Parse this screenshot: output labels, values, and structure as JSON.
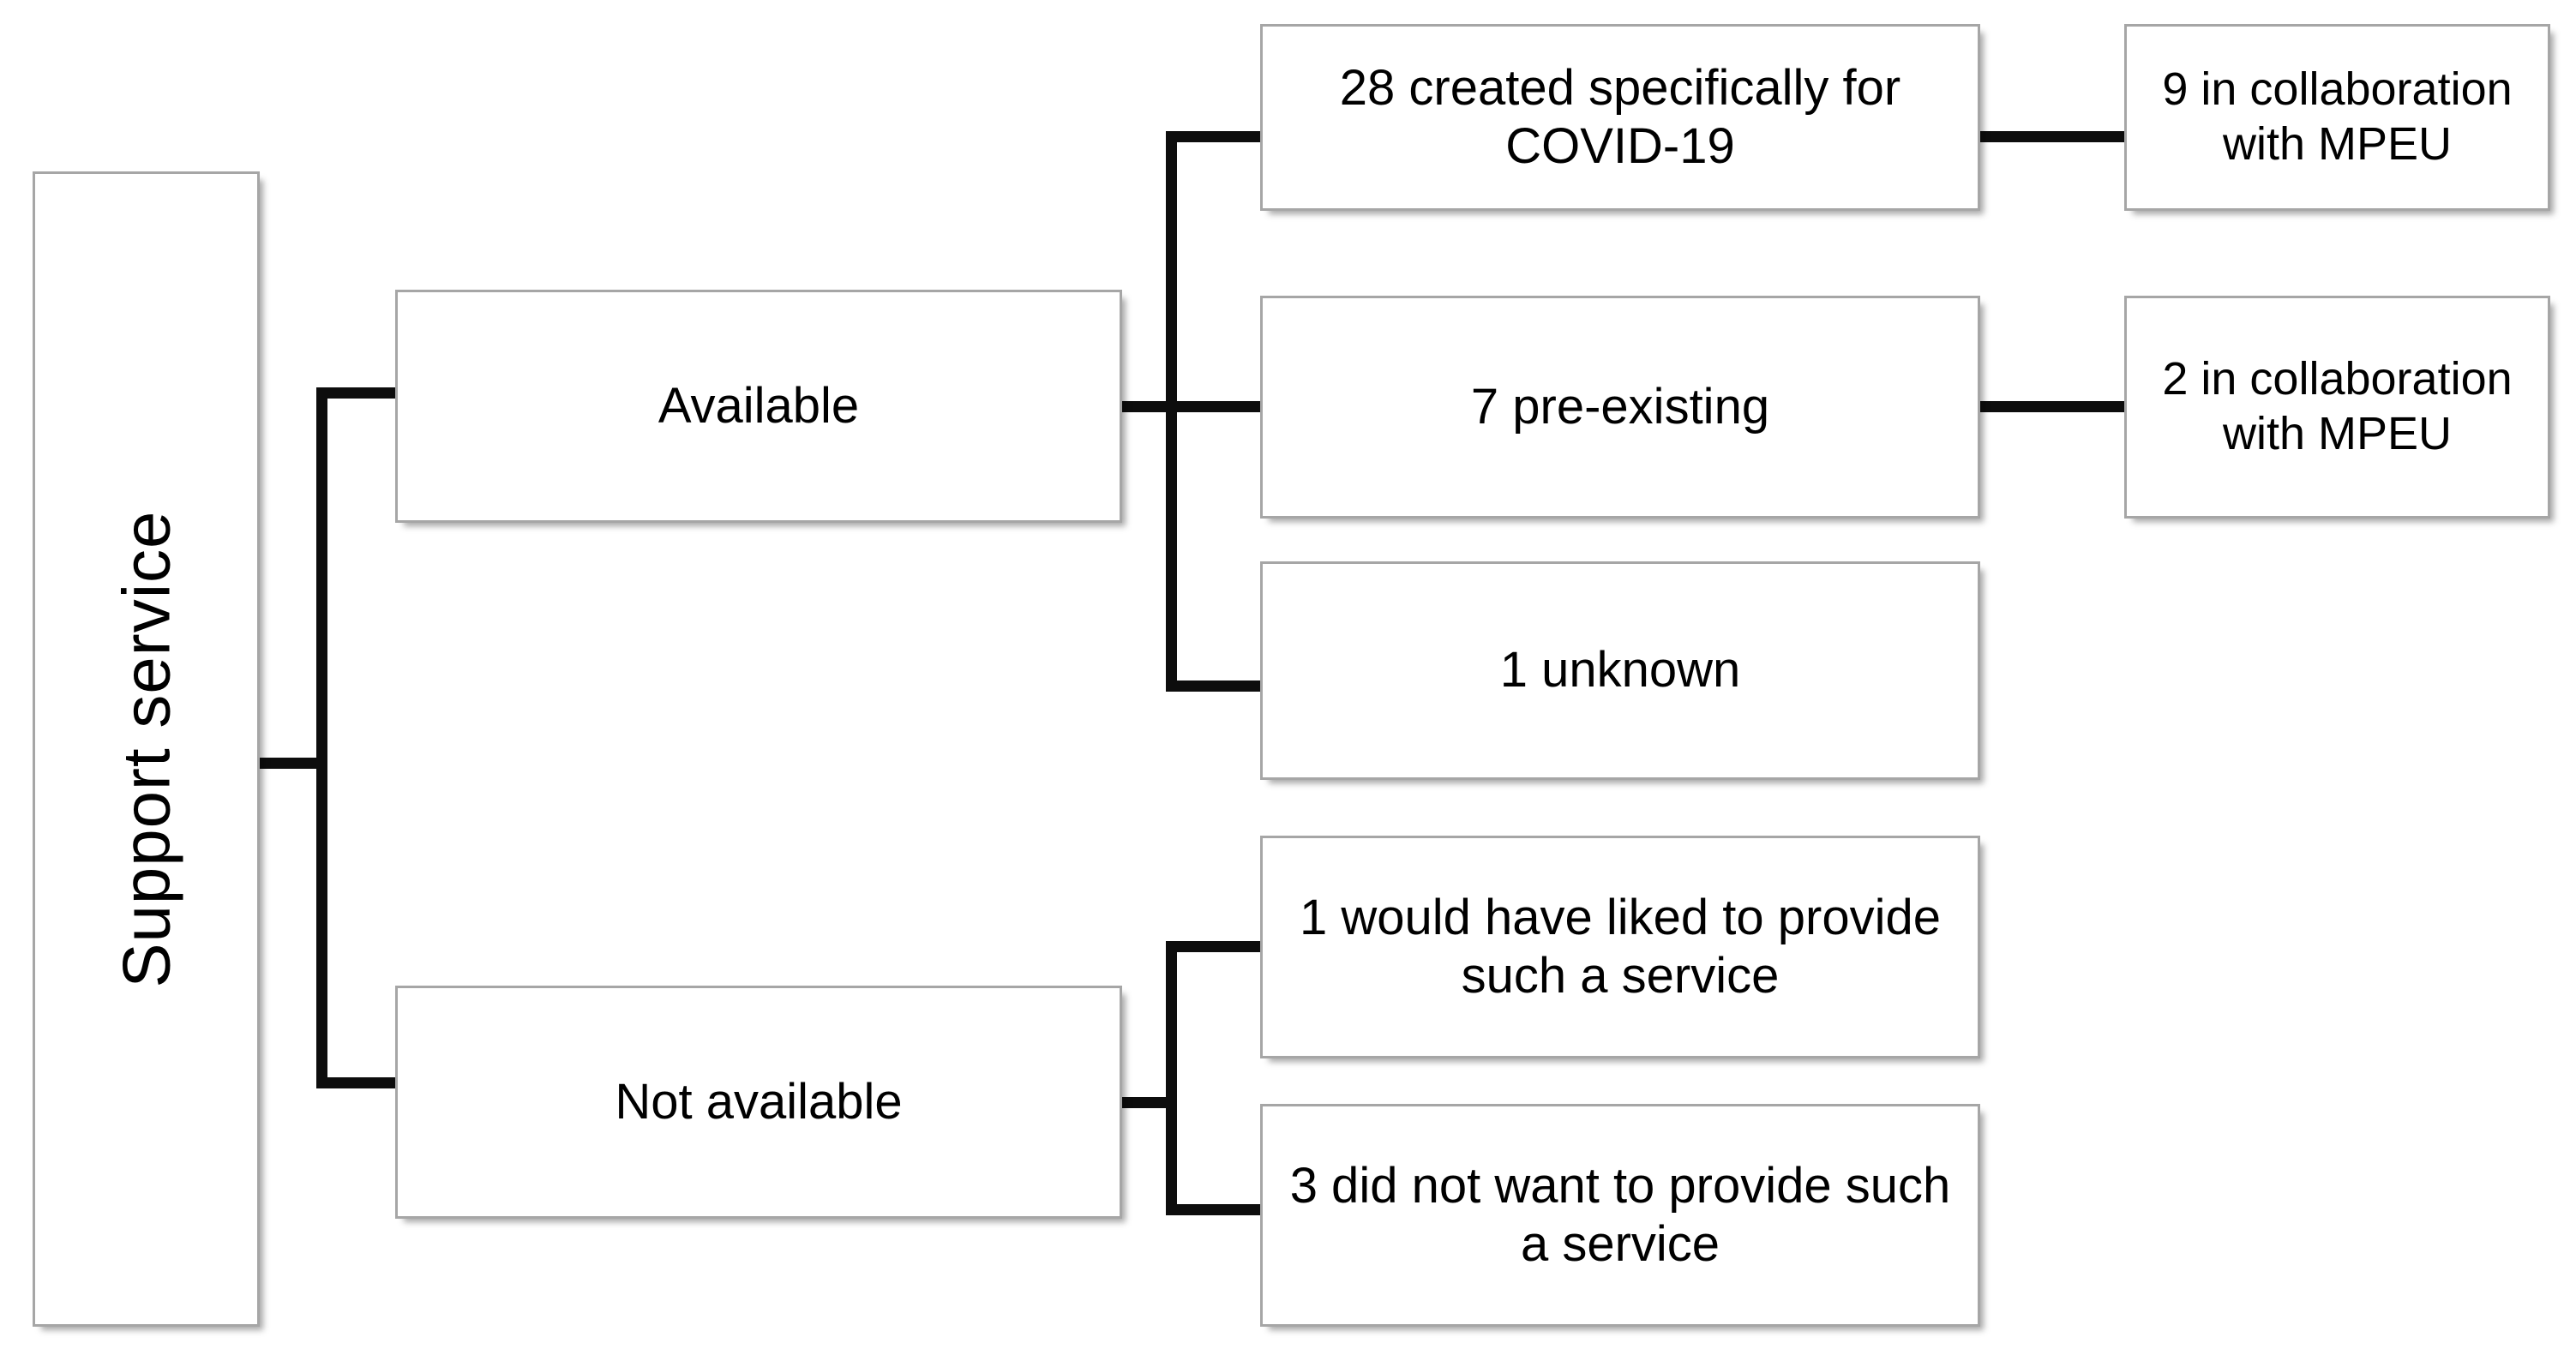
{
  "diagram": {
    "title": "Support service availability flowchart",
    "colors": {
      "box_border": "#a6a6a6",
      "connector": "#0d0d0d",
      "background": "#ffffff",
      "text": "#000000"
    },
    "root": {
      "label": "Support service",
      "orientation": "vertical"
    },
    "level1": [
      {
        "id": "available",
        "label": "Available"
      },
      {
        "id": "not-available",
        "label": "Not available"
      }
    ],
    "level2": {
      "available": [
        {
          "id": "created",
          "label": "28 created specifically for COVID-19",
          "count": 28
        },
        {
          "id": "preexisting",
          "label": "7 pre-existing",
          "count": 7
        },
        {
          "id": "unknown",
          "label": "1 unknown",
          "count": 1
        }
      ],
      "not_available": [
        {
          "id": "would-have-liked",
          "label": "1 would have liked to provide such a service",
          "count": 1
        },
        {
          "id": "did-not-want",
          "label": "3 did not want to provide such a service",
          "count": 3
        }
      ]
    },
    "level3": [
      {
        "id": "collab-9",
        "label": "9 in collaboration with MPEU",
        "count": 9,
        "parent": "created"
      },
      {
        "id": "collab-2",
        "label": "2 in collaboration with MPEU",
        "count": 2,
        "parent": "preexisting"
      }
    ]
  }
}
